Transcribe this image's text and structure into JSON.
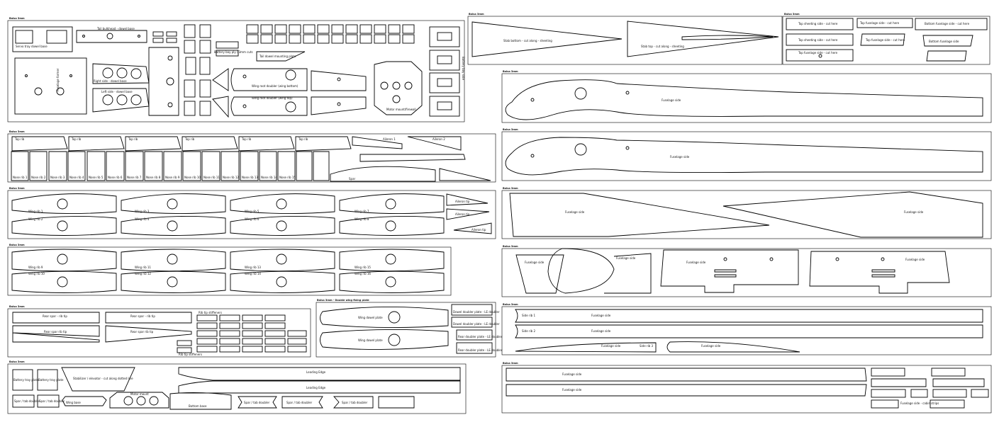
{
  "sheet_headers": [
    "Balsa 3mm",
    "Balsa 3mm",
    "Balsa 3mm",
    "Balsa 3mm",
    "Balsa 3mm",
    "Balsa 3mm",
    "Balsa 3mm",
    "Balsa 3mm",
    "Balsa 3mm",
    "Balsa 3mm",
    "Balsa 3mm",
    "Balsa 3mm",
    "Balsa 3mm",
    "Balsa 3mm",
    "Balsa 3mm"
  ],
  "panel1": {
    "servo_tray": "Servo tray dowel base",
    "former_a": "Fuselage former",
    "tail_b": "Tail bulkhead - dowel base",
    "right_side": "Right side - dowel base",
    "left_side": "Left side - dowel base",
    "dowel_plate": "Tail dowel mounting plate",
    "wing_root_top": "Wing root doubler (wing bottom)",
    "wing_root_bot": "Wing root doubler (wing top)",
    "motor_mount": "Motor mount/firewall",
    "bay_side": "Battery bay side",
    "ply_note": "Battery bay ply / 3mm cuts"
  },
  "panel2": {
    "ribs_top": [
      "Top rib",
      "Top rib",
      "Top rib",
      "Top rib",
      "Top rib",
      "Top rib"
    ],
    "aileron_1": "Aileron 1",
    "aileron_2": "Aileron 2",
    "rib_row": [
      "Nose rib 1",
      "Nose rib 2",
      "Nose rib 3",
      "Nose rib 4",
      "Nose rib 5",
      "Nose rib 6",
      "Nose rib 7",
      "Nose rib 8",
      "Nose rib 9",
      "Nose rib 10",
      "Nose rib 11",
      "Nose rib 12",
      "Nose rib 13",
      "Nose rib 14",
      "Nose rib 15"
    ],
    "spar": "Spar"
  },
  "panel3": {
    "ribs": [
      "Wing rib 1",
      "Wing rib 2",
      "Wing rib 3",
      "Wing rib 4",
      "Wing rib 5",
      "Wing rib 6",
      "Wing rib 7",
      "Wing rib 8"
    ],
    "tips": [
      "Aileron tip",
      "Aileron tip",
      "Aileron tip"
    ]
  },
  "panel4": {
    "ribs": [
      "Wing rib 9",
      "Wing rib 10",
      "Wing rib 11",
      "Wing rib 12",
      "Wing rib 13",
      "Wing rib 14",
      "Wing rib 15",
      "Wing rib 16"
    ]
  },
  "panel5": {
    "left_top": "Rear spar - rib tip",
    "left_top2": "Rear spar - rib tip",
    "left_bottom": "Rear spar rib tip",
    "left_bottom2": "Rear spar rib tip",
    "grid_label": "Rib tip stiffeners",
    "small_label": "Rib tip stiffeners"
  },
  "panel6": {
    "header": "Balsa 3mm - Double wing fixing plate",
    "plate_a": "Wing dowel plate",
    "plate_b": "Wing dowel plate",
    "pads": [
      "Dowel doubler plate - LE doubler",
      "Dowel doubler plate - LE doubler",
      "Rear doubler plate - LE doubler",
      "Rear doubler plate - LE doubler"
    ]
  },
  "panel7": {
    "tray1": "Battery tray plate",
    "tray2": "Battery tray plate",
    "stab": "Stabilizer / elevator - cut along dotted line",
    "le_top": "Leading Edge",
    "le_bottom": "Leading Edge",
    "spar_doublers": [
      "Spar / tab doubler",
      "Spar / tab doubler",
      "Spar / tab doubler",
      "Spar / tab doubler",
      "Spar / tab doubler"
    ],
    "wing_base": "Wing base",
    "base_plate": "Motor mount",
    "bot_base": "Bottom base"
  },
  "right1": {
    "left": "Stab bottom - cut along - sheeting",
    "right": "Stab top - cut along - sheeting"
  },
  "right2": {
    "items": [
      "Top sheeting side - cut here",
      "Top fuselage side - cut here",
      "Top sheeting side - cut here",
      "Top fuselage side - cut here",
      "Bottom fuselage side - cut here",
      "Bottom fuselage side",
      "Top fuselage side - cut here"
    ]
  },
  "right3": {
    "label": "Fuselage side"
  },
  "right4": {
    "label": "Fuselage side"
  },
  "right5": {
    "left": "Fuselage side",
    "right": "Fuselage side"
  },
  "right6": {
    "labels": [
      "Fuselage side",
      "Fuselage side",
      "Fuselage side",
      "Fuselage side"
    ]
  },
  "right7": {
    "top_a": "Side rib 1",
    "top_b": "Fuselage side",
    "mid_a": "Side rib 2",
    "mid_b": "Fuselage side",
    "low_a": "Fuselage side",
    "low_b": "Side rib 3",
    "low_c": "Fuselage side"
  },
  "right8": {
    "top": "Fuselage side",
    "bottom": "Fuselage side",
    "strip": "Fuselage side - cabin strips"
  }
}
